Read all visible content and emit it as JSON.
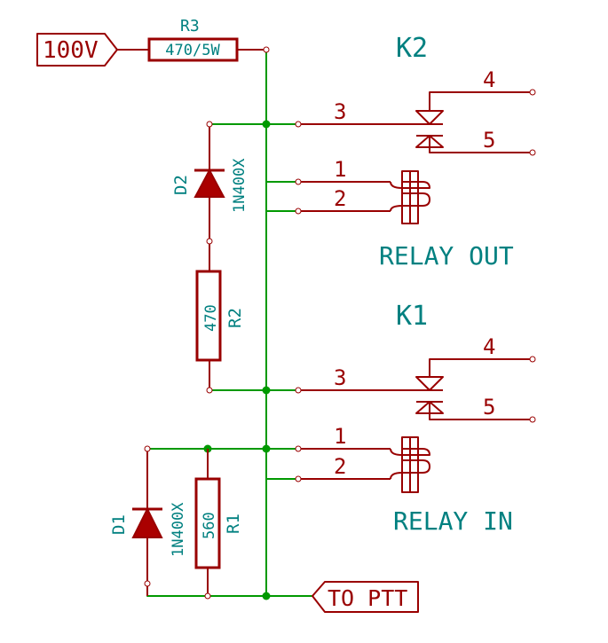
{
  "labels": {
    "in_100v": "100V",
    "to_ptt": "TO PTT"
  },
  "r3": {
    "ref": "R3",
    "value": "470/5W"
  },
  "r2": {
    "ref": "R2",
    "value": "470"
  },
  "r1": {
    "ref": "R1",
    "value": "560"
  },
  "d2": {
    "ref": "D2",
    "value": "1N400X"
  },
  "d1": {
    "ref": "D1",
    "value": "1N400X"
  },
  "k2": {
    "ref": "K2",
    "name": "RELAY OUT",
    "pins": [
      "1",
      "2",
      "3",
      "4",
      "5"
    ]
  },
  "k1": {
    "ref": "K1",
    "name": "RELAY IN",
    "pins": [
      "1",
      "2",
      "3",
      "4",
      "5"
    ]
  },
  "colors": {
    "wire": "#009900",
    "component": "#990000",
    "ref_text": "#008080"
  }
}
